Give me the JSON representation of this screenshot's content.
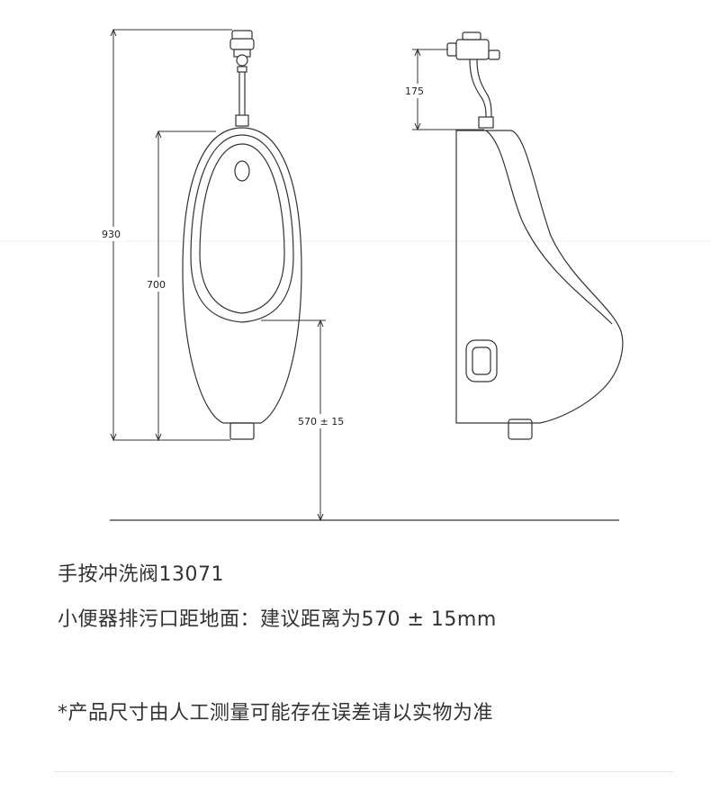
{
  "dimensions": {
    "total_height": "930",
    "bowl_height": "700",
    "outlet_height": "570 ± 15",
    "valve_height": "175"
  },
  "notes": {
    "valve": "手按冲洗阀13071",
    "outlet": "小便器排污口距地面：建议距离为570 ± 15mm",
    "disclaimer": "*产品尺寸由人工测量可能存在误差请以实物为准"
  }
}
